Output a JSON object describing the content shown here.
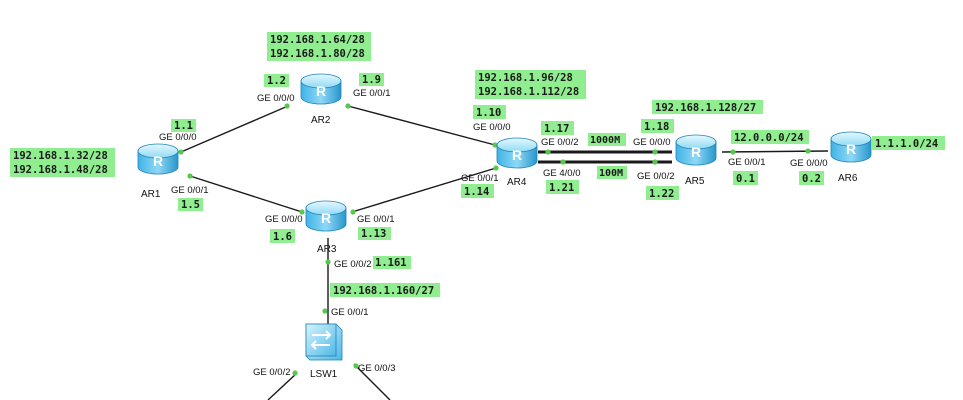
{
  "colors": {
    "label_bg": "#90ee90",
    "link": "#1a1a1a",
    "port_dot": "#57c84d",
    "router_top": "#bfeeff",
    "router_side": "#2a9fd6"
  },
  "devices": {
    "ar1": "AR1",
    "ar2": "AR2",
    "ar3": "AR3",
    "ar4": "AR4",
    "ar5": "AR5",
    "ar6": "AR6",
    "lsw1": "LSW1",
    "router_glyph": "R"
  },
  "ports": {
    "ar1_g000": "GE 0/0/0",
    "ar1_g001": "GE 0/0/1",
    "ar2_g000": "GE 0/0/0",
    "ar2_g001": "GE 0/0/1",
    "ar3_g000": "GE 0/0/0",
    "ar3_g001": "GE 0/0/1",
    "ar3_g002": "GE 0/0/2",
    "ar4_g000": "GE 0/0/0",
    "ar4_g001": "GE 0/0/1",
    "ar4_g002": "GE 0/0/2",
    "ar4_g400": "GE 4/0/0",
    "ar5_g000": "GE 0/0/0",
    "ar5_g001": "GE 0/0/1",
    "ar5_g002": "GE 0/0/2",
    "ar6_g000": "GE 0/0/0",
    "lsw1_g001": "GE 0/0/1",
    "lsw1_g002": "GE 0/0/2",
    "lsw1_g003": "GE 0/0/3"
  },
  "addresses": {
    "ar1_net1": "192.168.1.32/28",
    "ar1_net2": "192.168.1.48/28",
    "ar1_g000_ip": "1.1",
    "ar1_g001_ip": "1.5",
    "ar2_net1": "192.168.1.64/28",
    "ar2_net2": "192.168.1.80/28",
    "ar2_g000_ip": "1.2",
    "ar2_g001_ip": "1.9",
    "ar3_g000_ip": "1.6",
    "ar3_g001_ip": "1.13",
    "ar3_g002_ip": "1.161",
    "ar3_lan_net": "192.168.1.160/27",
    "ar4_net1": "192.168.1.96/28",
    "ar4_net2": "192.168.1.112/28",
    "ar4_g000_ip": "1.10",
    "ar4_g001_ip": "1.14",
    "ar4_g002_ip": "1.17",
    "ar4_g400_ip": "1.21",
    "ar5_net": "192.168.1.128/27",
    "ar5_g000_ip": "1.18",
    "ar5_g002_ip": "1.22",
    "ar5_g001_ip": "0.1",
    "ar5_ar6_net": "12.0.0.0/24",
    "ar6_g000_ip": "0.2",
    "ar6_net": "1.1.1.0/24"
  },
  "bandwidth": {
    "link_1000m": "1000M",
    "link_100m": "100M"
  }
}
